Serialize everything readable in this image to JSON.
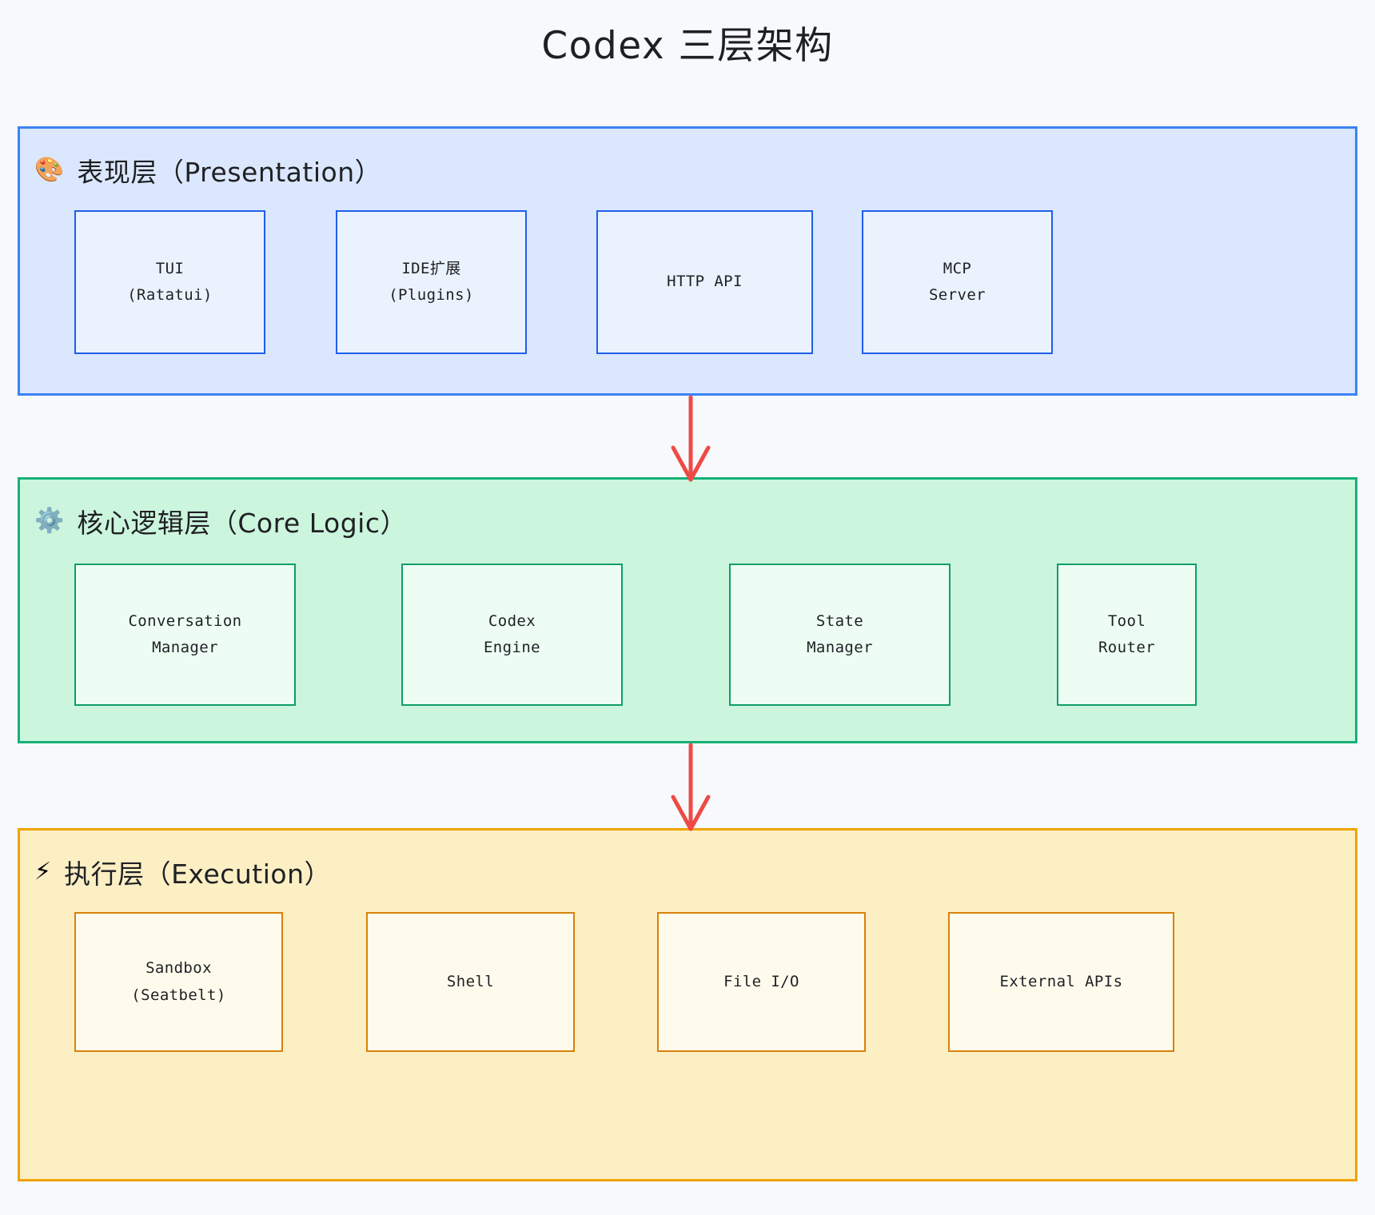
{
  "title": "Codex 三层架构",
  "background_color": "#f8f9fc",
  "layers": [
    {
      "id": "presentation",
      "emoji": "🎨",
      "emoji_name": "palette-icon",
      "label": "表现层（Presentation）",
      "border_color": "#3b82f6",
      "fill_color": "#dbe7fd",
      "nodes": [
        {
          "lines": [
            "TUI",
            "(Ratatui)"
          ]
        },
        {
          "lines": [
            "IDE扩展",
            "(Plugins)"
          ]
        },
        {
          "lines": [
            "HTTP API"
          ]
        },
        {
          "lines": [
            "MCP",
            "Server"
          ]
        }
      ]
    },
    {
      "id": "core-logic",
      "emoji": "⚙️",
      "emoji_name": "gear-icon",
      "label": "核心逻辑层（Core Logic）",
      "border_color": "#16b077",
      "fill_color": "#ccf5de",
      "nodes": [
        {
          "lines": [
            "Conversation",
            "Manager"
          ]
        },
        {
          "lines": [
            "Codex",
            "Engine"
          ]
        },
        {
          "lines": [
            "State",
            "Manager"
          ]
        },
        {
          "lines": [
            "Tool",
            "Router"
          ]
        }
      ]
    },
    {
      "id": "execution",
      "emoji": "⚡",
      "emoji_name": "lightning-bolt-icon",
      "label": "执行层（Execution）",
      "border_color": "#f0a202",
      "fill_color": "#fcefc4",
      "nodes": [
        {
          "lines": [
            "Sandbox",
            "(Seatbelt)"
          ]
        },
        {
          "lines": [
            "Shell"
          ]
        },
        {
          "lines": [
            "File I/O"
          ]
        },
        {
          "lines": [
            "External APIs"
          ]
        }
      ]
    }
  ],
  "arrows": [
    {
      "from": "presentation",
      "to": "core-logic",
      "color": "#ee4b46"
    },
    {
      "from": "core-logic",
      "to": "execution",
      "color": "#ee4b46"
    }
  ]
}
